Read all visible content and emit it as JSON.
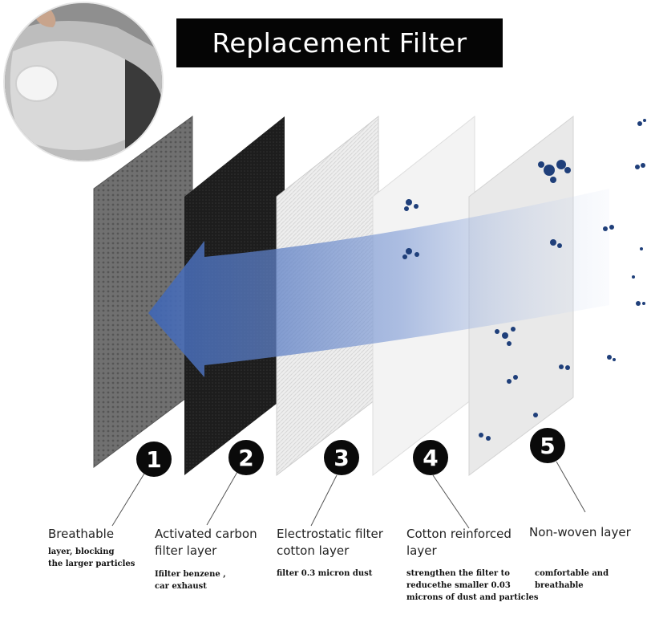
{
  "title": "Replacement Filter",
  "photo_icon": "mask-photo",
  "layers": [
    {
      "number": "1",
      "name_lines": [
        "Breathable"
      ],
      "desc_lines": [
        "layer,  blocking",
        "the larger particles"
      ]
    },
    {
      "number": "2",
      "name_lines": [
        "Activated carbon",
        "filter layer"
      ],
      "desc_lines": [
        "Ifilter benzene ,",
        "car exhaust"
      ]
    },
    {
      "number": "3",
      "name_lines": [
        "Electrostatic filter",
        "cotton layer"
      ],
      "desc_lines": [
        "filter 0.3 micron dust"
      ]
    },
    {
      "number": "4",
      "name_lines": [
        "Cotton reinforced",
        "layer"
      ],
      "desc_lines": [
        "strengthen the  filter to",
        "reducethe smaller 0.03",
        "microns of dust and particles"
      ]
    },
    {
      "number": "5",
      "name_lines": [
        "Non-woven layer"
      ],
      "desc_lines": [
        "comfortable and",
        "breathable"
      ]
    }
  ],
  "colors": {
    "layer1": "#6e6e6e",
    "layer2": "#1c1c1c",
    "layer3": "#ececec",
    "layer4": "#f2f2f2",
    "layer5": "#e8e8e8",
    "arrow": "#4f78c4",
    "particle": "#1f3f7a"
  }
}
